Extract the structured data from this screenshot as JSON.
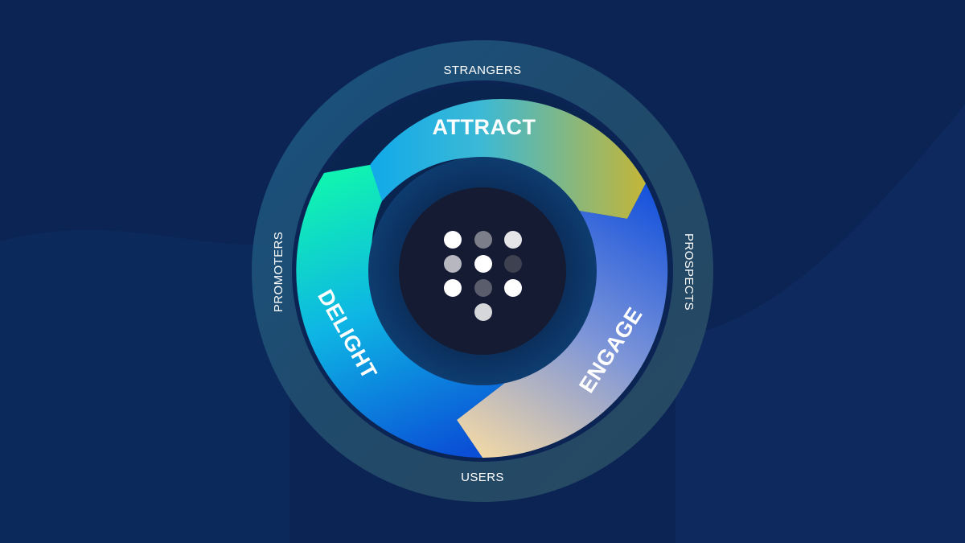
{
  "diagram": {
    "outer_labels": {
      "top": "STRANGERS",
      "right": "PROSPECTS",
      "bottom": "USERS",
      "left": "PROMOTERS"
    },
    "stages": {
      "attract": "ATTRACT",
      "engage": "ENGAGE",
      "delight": "DELIGHT"
    },
    "logo": {
      "dots": [
        [
          "white",
          "gray",
          "light"
        ],
        [
          "silver",
          "white",
          "dark"
        ],
        [
          "white",
          "mid",
          "white"
        ],
        [
          "none",
          "light",
          "none"
        ]
      ]
    },
    "colors": {
      "background": "#0b2454",
      "attract_gradient": [
        "#08a6ee",
        "#c2b63a"
      ],
      "engage_gradient": [
        "#1a5fe0",
        "#f2d8a6"
      ],
      "delight_gradient": [
        "#10f2b2",
        "#0a4fd6"
      ],
      "hub": "#151b33"
    }
  }
}
